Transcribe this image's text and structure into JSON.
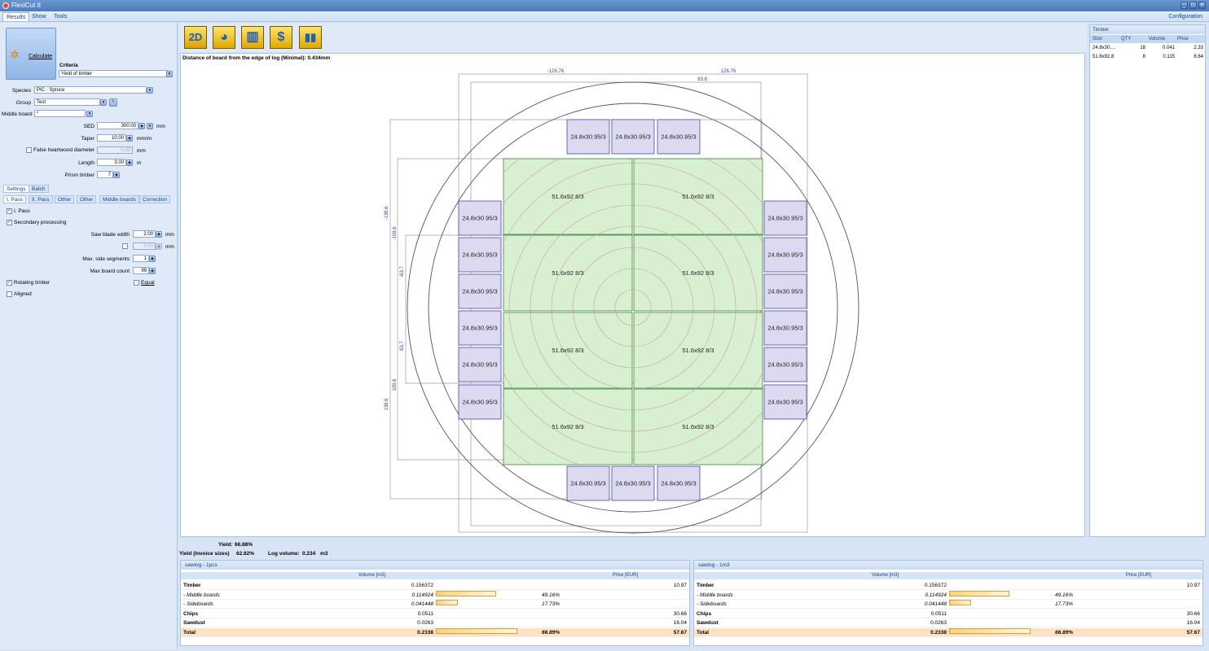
{
  "app": {
    "title": "FlexiCut II"
  },
  "menu": {
    "items": [
      "Results",
      "Show",
      "Tools"
    ],
    "config": "Configuration"
  },
  "left": {
    "calculate": "Calculate",
    "criteria_label": "Criteria",
    "criteria_value": "Yield of timber",
    "species_label": "Species",
    "species_value": "PIC - Spruce",
    "group_label": "Group",
    "group_value": "Test",
    "middle_label": "Middle board",
    "middle_value": "*",
    "sed_label": "SED",
    "sed_value": "300.00",
    "sed_unit": "mm",
    "taper_label": "Taper",
    "taper_value": "10.00",
    "taper_unit": "mm/m",
    "fhw_label": "False heartwood diameter",
    "fhw_value": "0.00",
    "fhw_unit": "mm",
    "length_label": "Length",
    "length_value": "3.00",
    "length_unit": "m",
    "prism_label": "Prism timber",
    "prism_value": "7",
    "tabs1": [
      "Settings",
      "Batch"
    ],
    "tabs2": [
      "I. Pass",
      "II. Pass",
      "Other",
      "Other",
      "Middle boards",
      "Correction"
    ],
    "pass_label": "I. Pass",
    "secondary_label": "Secondary processing",
    "saw_label": "Saw blade width",
    "saw_value": "2.00",
    "saw_unit": "mm",
    "blank_value": "0.00",
    "blank_unit": "mm",
    "maxside_label": "Max. side segments",
    "maxside_value": "1",
    "maxboard_label": "Max board count",
    "maxboard_value": "99",
    "rotating_label": "Rotating timber",
    "equal_label": "Equal",
    "aligned_label": "Aligned"
  },
  "toolbar": {
    "icons": [
      "2d-icon",
      "pie-chart-icon",
      "log-sections-icon",
      "money-icon",
      "bar-chart-icon"
    ],
    "label_2d": "2D"
  },
  "board": {
    "note": "Distance of board from the edge of log (Minimal): 0.434mm",
    "dims": {
      "top_left": "-126.76",
      "top_right": "126.76",
      "top_inner": "93.8",
      "left_outer": "-138.6",
      "left_mid": "-109.6",
      "left_inner": "-63.7",
      "left_inner2": "63.7",
      "left_mid2": "109.6",
      "left_outer2": "138.6"
    },
    "side_board": "24.8x30.95/3",
    "main_board": "51.6x92 8/3",
    "colors": {
      "main_fill": "#d9efd2",
      "main_stroke": "#3a8a3a",
      "side_fill": "#dcdaf0",
      "side_stroke": "#4a4aa8",
      "ring": "#c9a09a"
    }
  },
  "right": {
    "title": "Timber",
    "headers": [
      "Size",
      "QTY",
      "Volume",
      "Price"
    ],
    "rows": [
      [
        "24.8x30....",
        "18",
        "0.041",
        "2.33"
      ],
      [
        "51.6x92.8",
        "8",
        "0.115",
        "8.64"
      ]
    ]
  },
  "summary": {
    "yield_label": "Yield:",
    "yield_value": "66.88%",
    "inv_label": "Yield (Invoice sizes)",
    "inv_value": "62.82%",
    "logvol_label": "Log volume:",
    "logvol_value": "0.234",
    "logvol_unit": "m3"
  },
  "tables": [
    {
      "title": "sawlog - 1pcs",
      "vol_header": "Volume [m3]",
      "price_header": "Price [EUR]",
      "rows": [
        {
          "name": "Timber",
          "vol": "0.156372",
          "pct": "",
          "price": "10.97",
          "bar": 0,
          "style": "b"
        },
        {
          "name": "- Middle boards",
          "vol": "0.114924",
          "pct": "49.16%",
          "price": "",
          "bar": 0.4916,
          "style": "it"
        },
        {
          "name": "- Sideboards",
          "vol": "0.041448",
          "pct": "17.73%",
          "price": "",
          "bar": 0.1773,
          "style": "it"
        },
        {
          "name": "Chips",
          "vol": "0.0511",
          "pct": "",
          "price": "30.66",
          "bar": 0,
          "style": "b"
        },
        {
          "name": "Sawdust",
          "vol": "0.0263",
          "pct": "",
          "price": "16.04",
          "bar": 0,
          "style": "b"
        },
        {
          "name": "Total",
          "vol": "0.2338",
          "pct": "66.89%",
          "price": "57.67",
          "bar": 0.6689,
          "style": "total"
        }
      ]
    },
    {
      "title": "sawlog - 1m3",
      "vol_header": "Volume [m3]",
      "price_header": "Price [EUR]",
      "rows": [
        {
          "name": "Timber",
          "vol": "0.156372",
          "pct": "",
          "price": "10.97",
          "bar": 0,
          "style": "b"
        },
        {
          "name": "- Middle boards",
          "vol": "0.114924",
          "pct": "49.16%",
          "price": "",
          "bar": 0.4916,
          "style": "it"
        },
        {
          "name": "- Sideboards",
          "vol": "0.041448",
          "pct": "17.73%",
          "price": "",
          "bar": 0.1773,
          "style": "it"
        },
        {
          "name": "Chips",
          "vol": "0.0511",
          "pct": "",
          "price": "30.66",
          "bar": 0,
          "style": "b"
        },
        {
          "name": "Sawdust",
          "vol": "0.0263",
          "pct": "",
          "price": "16.04",
          "bar": 0,
          "style": "b"
        },
        {
          "name": "Total",
          "vol": "0.2338",
          "pct": "66.89%",
          "price": "57.67",
          "bar": 0.6689,
          "style": "total"
        }
      ]
    }
  ]
}
